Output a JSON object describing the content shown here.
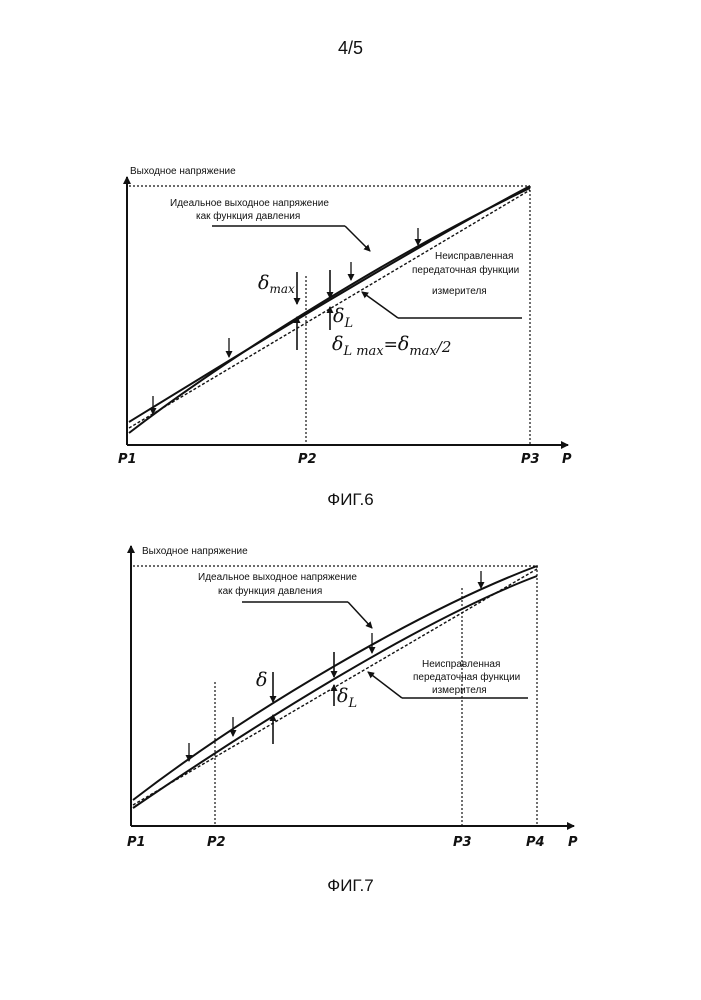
{
  "page_number": "4/5",
  "figure6": {
    "caption": "ФИГ.6",
    "y_axis_label": "Выходное напряжение",
    "x_axis_label": "P",
    "ideal_label_line1": "Идеальное выходное напряжение",
    "ideal_label_line2": "как функция давления",
    "uncorrected_label_line1": "Неисправленная",
    "uncorrected_label_line2": "передаточная функции",
    "uncorrected_label_line3": "измерителя",
    "delta_max": "δmax",
    "delta_max_base": "δ",
    "delta_max_sub": "max",
    "delta_L_base": "δ",
    "delta_L_sub": "L",
    "formula_lhs_base": "δ",
    "formula_lhs_sub": "L max",
    "formula_eq": "=",
    "formula_rhs_base": "δ",
    "formula_rhs_sub": "max",
    "formula_tail": "/2",
    "ticks": [
      "P1",
      "P2",
      "P3"
    ]
  },
  "figure7": {
    "caption": "ФИГ.7",
    "y_axis_label": "Выходное напряжение",
    "x_axis_label": "P",
    "ideal_label_line1": "Идеальное выходное напряжение",
    "ideal_label_line2": "как функция давления",
    "uncorrected_label_line1": "Неисправленная",
    "uncorrected_label_line2": "передаточная функции",
    "uncorrected_label_line3": "измерителя",
    "delta": "δ",
    "delta_L_base": "δ",
    "delta_L_sub": "L",
    "ticks": [
      "P1",
      "P2",
      "P3",
      "P4"
    ]
  }
}
